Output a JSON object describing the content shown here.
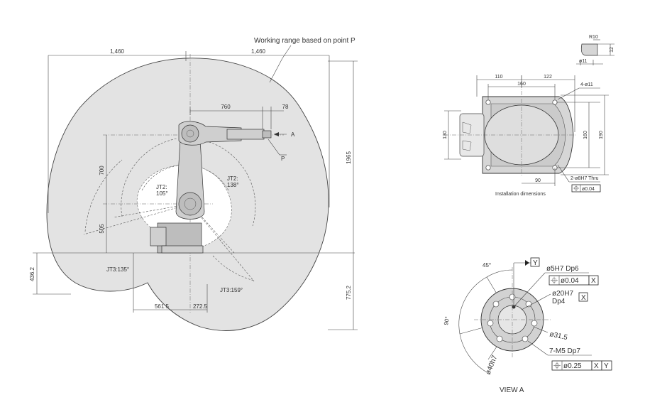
{
  "side_view": {
    "title": "Working range based on point P",
    "dims": {
      "left_reach": "1,460",
      "right_reach": "1,460",
      "arm_length": "760",
      "wrist_offset": "78",
      "total_height": "1965",
      "upper_height": "700",
      "lower_height": "505",
      "below_base": "436.2",
      "below_base_right": "775.2",
      "base_left": "561.5",
      "base_right": "272.5"
    },
    "labels": {
      "arrow_a": "A",
      "point_p": "P",
      "jt2_left_name": "JT2:",
      "jt2_left_angle": "105°",
      "jt2_right_name": "JT2:",
      "jt2_right_angle": "138°",
      "jt3_left": "JT3:135°",
      "jt3_right": "JT3:159°"
    }
  },
  "installation": {
    "caption": "Installation dimensions",
    "dims": {
      "d110": "110",
      "d122": "122",
      "d160_top": "160",
      "holes": "4-ø11",
      "d130": "130",
      "d160_right": "160",
      "d190": "190",
      "d90": "90",
      "pin_holes": "2-ø8H7 Thru",
      "position_tol": "ø0.04"
    },
    "detail": {
      "radius": "R10",
      "height": "12",
      "diameter": "ø11"
    }
  },
  "view_a": {
    "caption": "VIEW  A",
    "datum_y": "Y",
    "angle_45": "45°",
    "angle_90": "90°",
    "hole_5": "ø5H7  Dp6",
    "tol_1": "ø0.04",
    "datum_x1": "X",
    "hole_20": "ø20H7",
    "hole_20_depth": "Dp4",
    "datum_x2": "X",
    "pcd": "ø31.5",
    "bolt": "7-M5  Dp7",
    "tol_2": "ø0.25",
    "datum_x3": "X",
    "datum_y2": "Y",
    "outer_dia": "ø40h7"
  }
}
